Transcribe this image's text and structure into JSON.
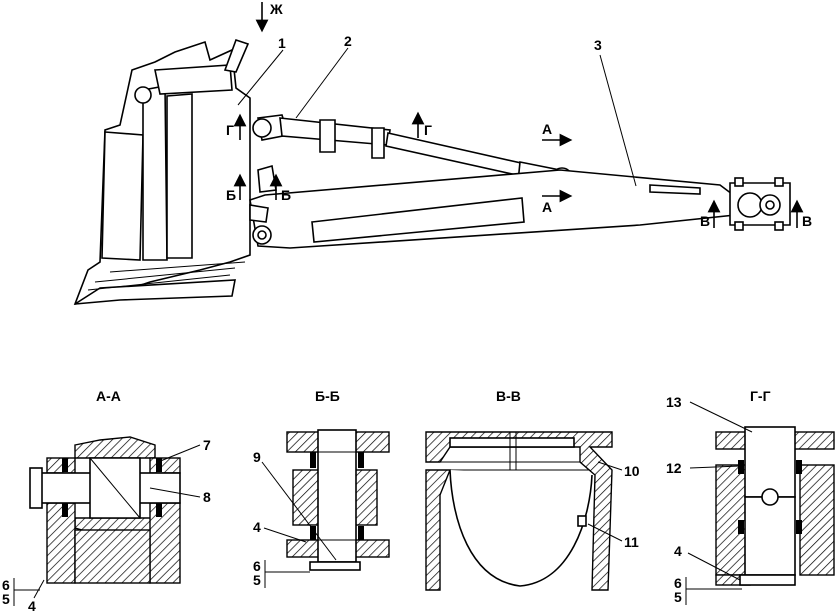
{
  "view_arrow": "Ж",
  "callouts_top": [
    "1",
    "2",
    "3"
  ],
  "section_marks": {
    "gamma": "Г",
    "be": "Б",
    "a": "А",
    "ve": "В"
  },
  "sections": [
    {
      "title": "А-А",
      "callouts": [
        "7",
        "8",
        "6",
        "5",
        "4"
      ]
    },
    {
      "title": "Б-Б",
      "callouts": [
        "9",
        "4",
        "6",
        "5"
      ]
    },
    {
      "title": "В-В",
      "callouts": [
        "10",
        "11"
      ]
    },
    {
      "title": "Г-Г",
      "callouts": [
        "13",
        "12",
        "4",
        "6",
        "5"
      ]
    }
  ]
}
